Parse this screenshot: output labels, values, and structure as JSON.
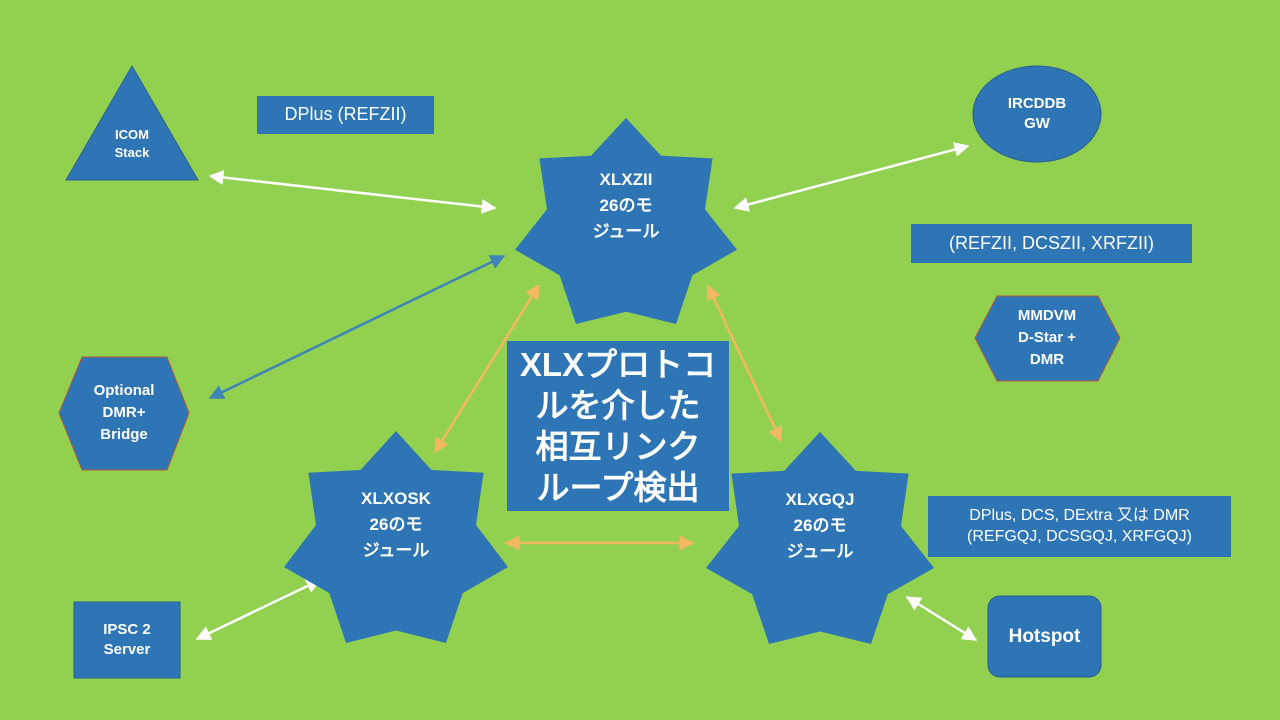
{
  "colors": {
    "background": "#92d050",
    "node_fill": "#2e75b6",
    "arrow_white": "#ffffff",
    "arrow_orange": "#f4b860",
    "arrow_blue": "#3d85b8"
  },
  "nodes": {
    "icom_stack": {
      "shape": "triangle",
      "lines": [
        "ICOM",
        "Stack"
      ]
    },
    "xlxzii": {
      "shape": "star",
      "lines": [
        "XLXZII",
        "26のモ",
        "ジュール"
      ]
    },
    "ircddb_gw": {
      "shape": "ellipse",
      "lines": [
        "IRCDDB",
        "GW"
      ]
    },
    "mmdvm": {
      "shape": "hexagon",
      "lines": [
        "MMDVM",
        "D-Star +",
        "DMR"
      ]
    },
    "optional_bridge": {
      "shape": "hexagon",
      "lines": [
        "Optional",
        "DMR+",
        "Bridge"
      ]
    },
    "xlxosk": {
      "shape": "star",
      "lines": [
        "XLXOSK",
        "26のモ",
        "ジュール"
      ]
    },
    "xlxgqj": {
      "shape": "star",
      "lines": [
        "XLXGQJ",
        "26のモ",
        "ジュール"
      ]
    },
    "ipsc2_server": {
      "shape": "rectangle",
      "lines": [
        "IPSC 2",
        "Server"
      ]
    },
    "hotspot": {
      "shape": "rounded-rectangle",
      "lines": [
        "Hotspot"
      ]
    }
  },
  "labels": {
    "dplus_refzii": [
      "DPlus (REFZII)"
    ],
    "ircddb_protocols": [
      "(REFZII, DCSZII, XRFZII)"
    ],
    "gqj_protocols": [
      "DPlus, DCS, DExtra 又は DMR",
      "(REFGQJ, DCSGQJ, XRFGQJ)"
    ]
  },
  "title": {
    "lines": [
      "XLXプロトコ",
      "ルを介した",
      "相互リンク",
      "ループ検出"
    ]
  },
  "connections": [
    {
      "from": "icom_stack",
      "to": "xlxzii",
      "color": "white"
    },
    {
      "from": "xlxzii",
      "to": "ircddb_gw",
      "color": "white"
    },
    {
      "from": "optional_bridge",
      "to": "xlxzii",
      "color": "blue"
    },
    {
      "from": "xlxzii",
      "to": "xlxosk",
      "color": "orange"
    },
    {
      "from": "xlxzii",
      "to": "xlxgqj",
      "color": "orange"
    },
    {
      "from": "xlxosk",
      "to": "xlxgqj",
      "color": "orange"
    },
    {
      "from": "ipsc2_server",
      "to": "xlxosk",
      "color": "white"
    },
    {
      "from": "xlxgqj",
      "to": "hotspot",
      "color": "white"
    }
  ]
}
